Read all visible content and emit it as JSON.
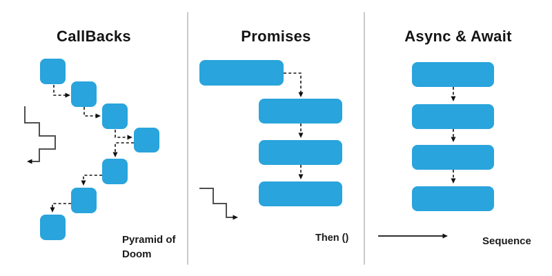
{
  "diagram": {
    "panels": [
      {
        "title": "CallBacks",
        "caption_lines": [
          "Pyramid of",
          "Doom"
        ],
        "box_count": 7,
        "flow": "nested cascade, dashed arrows stepping right then back left"
      },
      {
        "title": "Promises",
        "caption": "Then ()",
        "box_count": 4,
        "flow": "first block chains right then straight down via dashed arrows"
      },
      {
        "title": "Async & Await",
        "caption": "Sequence",
        "box_count": 4,
        "flow": "vertical stack, dashed arrows top to bottom"
      }
    ],
    "colors": {
      "box": "#29A4DC",
      "arrow": "#111111",
      "stair": "#4f4f4f",
      "divider": "#b8b8b8",
      "text": "#141414",
      "background": "#ffffff"
    }
  }
}
